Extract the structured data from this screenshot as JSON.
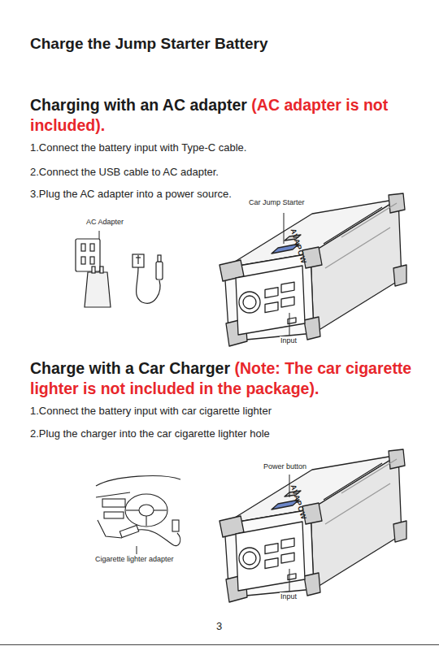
{
  "diagram": {
    "title": "Charge the Jump Starter Battery",
    "labels": [
      "Charging with an AC adapter",
      "(AC adapter is not included).",
      "1.Connect the battery input with Type-C cable.",
      "2.Connect the USB cable to AC adapter.",
      "3.Plug the AC adapter into a power source.",
      "Car Jump Starter",
      "AC Adapter",
      "AVAPOW",
      "Input",
      "Charge with a Car Charger",
      "(Note: The car cigarette lighter is not included in the package).",
      "1.Connect the battery input with car cigarette lighter",
      "2.Plug the charger into the car cigarette lighter hole",
      "Power button",
      "Cigarette lighter adapter",
      "AVAPOW",
      "Input",
      "3"
    ]
  }
}
